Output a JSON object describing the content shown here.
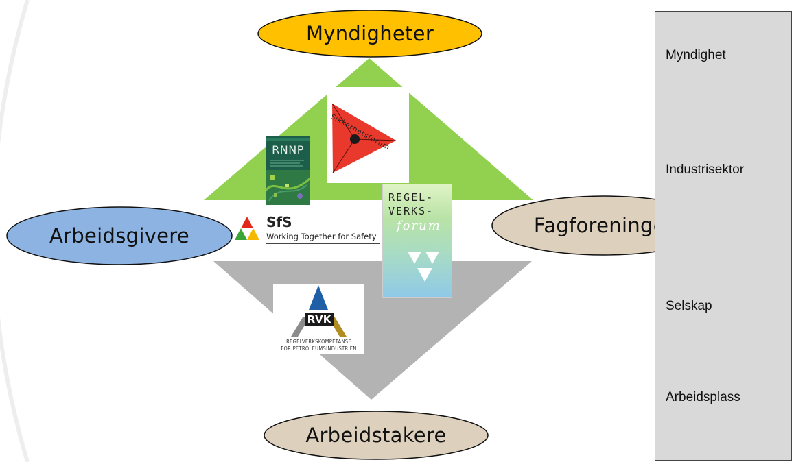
{
  "actors": {
    "top": "Myndigheter",
    "left": "Arbeidsgivere",
    "right": "Fagforeninger",
    "bottom": "Arbeidstakere"
  },
  "logos": {
    "sikkerhetsforum": "Sikkerhetsforum",
    "rnnp": "RNNP",
    "sfs_name": "SfS",
    "sfs_tagline": "Working Together for Safety",
    "regelverksforum_line1": "REGEL-",
    "regelverksforum_line2": "VERKS-",
    "regelverksforum_line3": "forum",
    "rvk_name": "RVK",
    "rvk_line1": "REGELVERKSKOMPETANSE",
    "rvk_line2": "FOR PETROLEUMSINDUSTRIEN"
  },
  "levels": [
    "Myndighet",
    "Industrisektor",
    "Selskap",
    "Arbeidsplass"
  ],
  "colors": {
    "top_ellipse": "#ffc000",
    "left_ellipse": "#8db3e2",
    "right_ellipse": "#ddd0bd",
    "bottom_ellipse": "#ddd0bd",
    "upper_triangle": "#92d050",
    "lower_triangle": "#b3b3b3",
    "level_panel": "#d9d9d9"
  }
}
